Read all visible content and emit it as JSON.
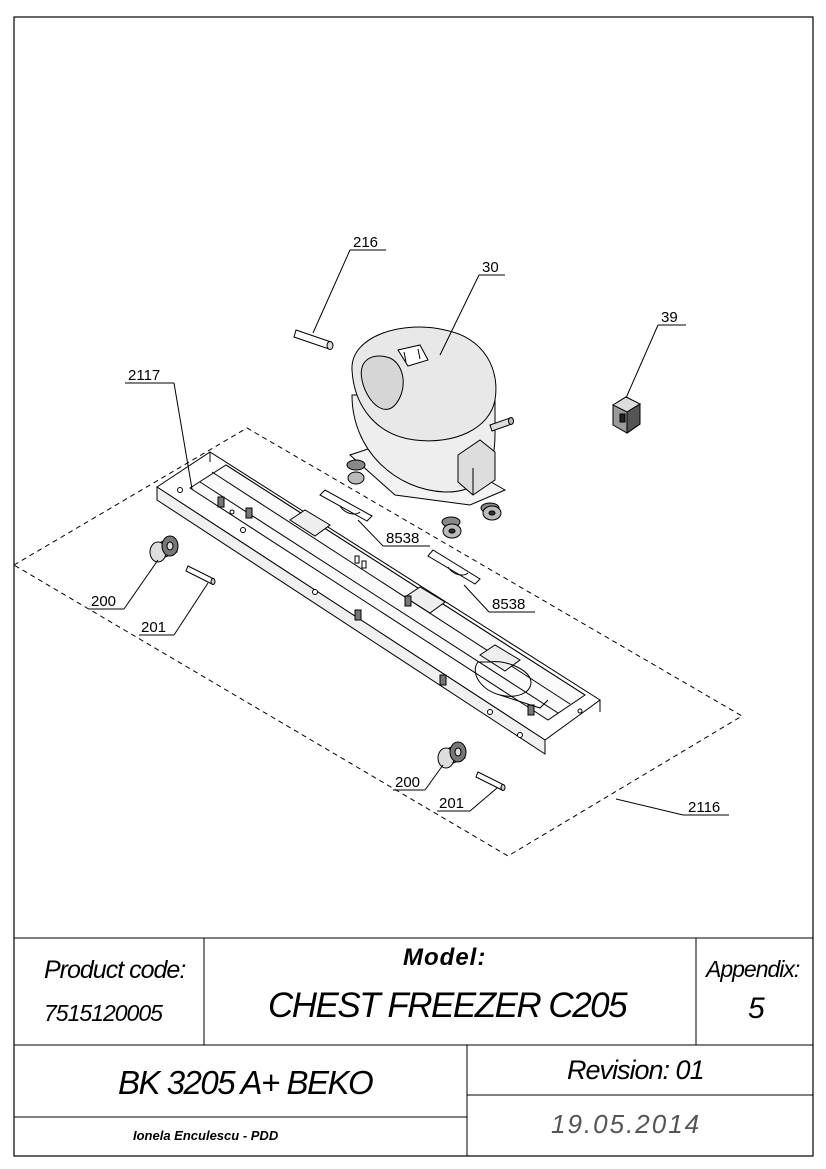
{
  "callouts": {
    "c216": "216",
    "c30": "30",
    "c39": "39",
    "c2117": "2117",
    "c8538_a": "8538",
    "c8538_b": "8538",
    "c200_a": "200",
    "c201_a": "201",
    "c200_b": "200",
    "c201_b": "201",
    "c2116": "2116"
  },
  "title_block": {
    "product_code_label": "Product code:",
    "product_code_value": "7515120005",
    "model_label": "Model:",
    "model_value": "CHEST FREEZER C205",
    "appendix_label": "Appendix:",
    "appendix_value": "5",
    "product_name": "BK 3205 A+ BEKO",
    "revision": "Revision: 01",
    "author": "Ionela Enculescu - PDD",
    "date": "19.05.2014"
  }
}
